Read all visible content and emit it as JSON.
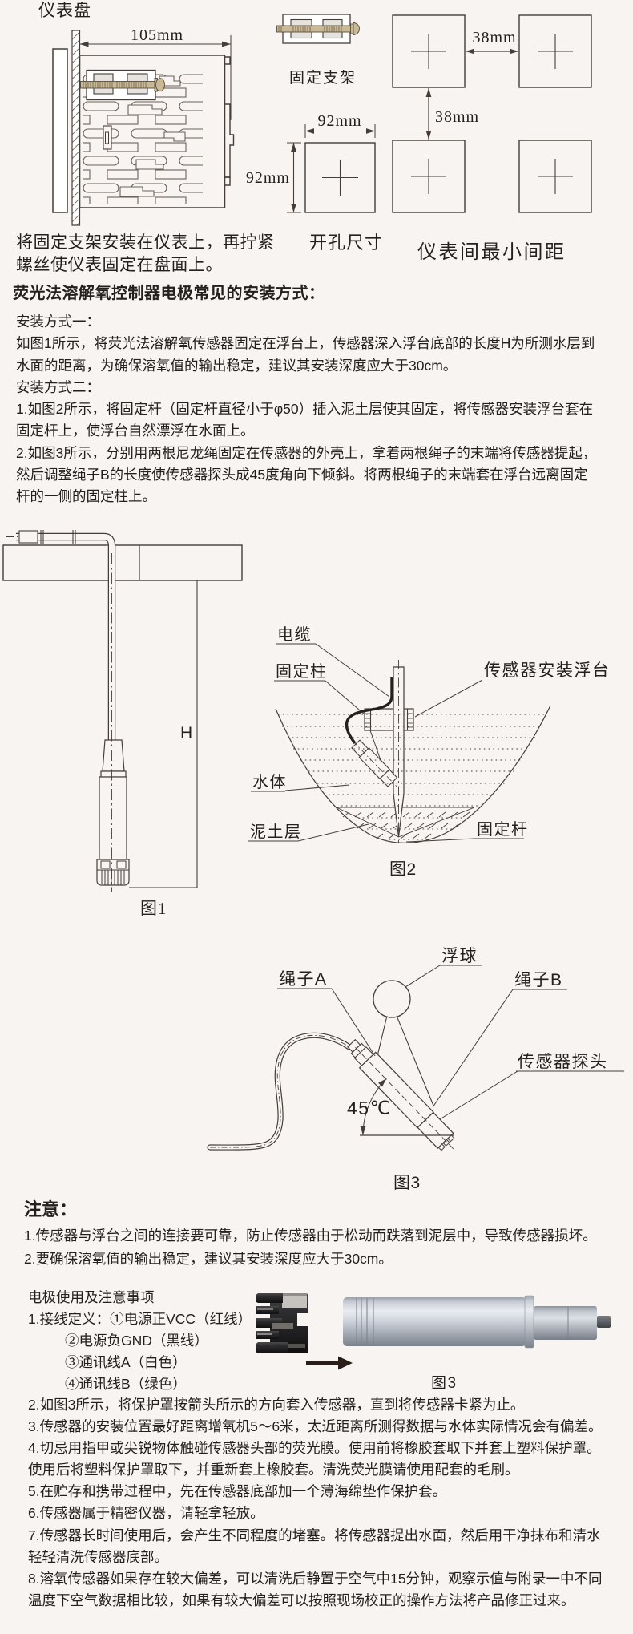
{
  "top": {
    "panel_label": "仪表盘",
    "bracket_label": "固定支架",
    "dim_width": "105mm",
    "cutout_dim_w": "92mm",
    "cutout_dim_h": "92mm",
    "gap_h": "38mm",
    "gap_v": "38mm",
    "cutout_label": "开孔尺寸",
    "spacing_label": "仪表间最小间距",
    "caption_lines": [
      "将固定支架安装在仪表上，再拧紧",
      "螺丝使仪表固定在盘面上。"
    ]
  },
  "install": {
    "heading": "荧光法溶解氧控制器电极常见的安装方式：",
    "method1_title": "安装方式一：",
    "method1_lines": [
      "如图1所示，将荧光法溶解氧传感器固定在浮台上，传感器深入浮台底部的长度H为所测水层到",
      "水面的距离，为确保溶氧值的输出稳定，建议其安装深度应大于30cm。"
    ],
    "method2_title": "安装方式二：",
    "method2_item1_lines": [
      "1.如图2所示，将固定杆（固定杆直径小于φ50）插入泥土层使其固定，将传感器安装浮台套在",
      "固定杆上，使浮台自然漂浮在水面上。"
    ],
    "method2_item2_lines": [
      "2.如图3所示，分别用两根尼龙绳固定在传感器的外壳上，拿着两根绳子的末端将传感器提起，",
      "然后调整绳子B的长度使传感器探头成45度角向下倾斜。将两根绳子的末端套在浮台远离固定",
      "杆的一侧的固定柱上。"
    ]
  },
  "fig1": {
    "dim_h": "H",
    "caption": "图1"
  },
  "fig2": {
    "label_cable": "电缆",
    "label_post": "固定柱",
    "label_float": "传感器安装浮台",
    "label_water": "水体",
    "label_mud": "泥土层",
    "label_rod": "固定杆",
    "caption": "图2"
  },
  "fig3": {
    "label_ball": "浮球",
    "label_rope_a": "绳子A",
    "label_rope_b": "绳子B",
    "label_probe": "传感器探头",
    "angle": "45℃",
    "caption": "图3"
  },
  "notice": {
    "title": "注意：",
    "items": [
      "1.传感器与浮台之间的连接要可靠，防止传感器由于松动而跌落到泥层中，导致传感器损坏。",
      "2.要确保溶氧值的输出稳定，建议其安装深度应大于30cm。"
    ]
  },
  "usage": {
    "title": "电极使用及注意事项",
    "wiring_line": "1.接线定义：①电源正VCC（红线）",
    "wiring_sub": [
      "②电源负GND（黑线）",
      "③通讯线A（白色）",
      "④通讯线B（绿色）"
    ],
    "photo_caption": "图3",
    "item_lines": [
      "2.如图3所示，将保护罩按箭头所示的方向套入传感器，直到将传感器卡紧为止。",
      "3.传感器的安装位置最好距离增氧机5～6米，太近距离所测得数据与水体实际情况会有偏差。",
      "4.切忌用指甲或尖锐物体触碰传感器头部的荧光膜。使用前将橡胶套取下并套上塑料保护罩。",
      "使用后将塑料保护罩取下，并重新套上橡胶套。清洗荧光膜请使用配套的毛刷。",
      "5.在贮存和携带过程中，先在传感器底部加一个薄海绵垫作保护套。",
      "6.传感器属于精密仪器，请轻拿轻放。",
      "7.传感器长时间使用后，会产生不同程度的堵塞。将传感器提出水面，然后用干净抹布和清水",
      "轻轻清洗传感器底部。",
      "8.溶氧传感器如果存在较大偏差，可以清洗后静置于空气中15分钟，观察示值与附录一中不同",
      "温度下空气数据相比较，如果有较大偏差可以按照现场校正的操作方法将产品修正过来。"
    ]
  }
}
